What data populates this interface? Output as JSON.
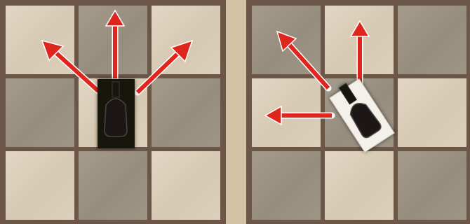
{
  "boards": [
    {
      "name": "left",
      "piece": {
        "type": "tank",
        "orientation": "up",
        "color": "#1e1a18",
        "base": "#141210"
      },
      "move_directions": [
        "up-left",
        "up",
        "up-right"
      ]
    },
    {
      "name": "right",
      "piece": {
        "type": "tank",
        "orientation": "rotated",
        "color": "#1e1a18",
        "base": "#f4f0ea"
      },
      "move_directions": [
        "left",
        "up-left",
        "up"
      ]
    }
  ],
  "colors": {
    "arrow": "#e0251e",
    "arrow_outline": "#ffffff",
    "light_tile": "#d9ccb7",
    "dark_tile": "#9c9283",
    "grid_line": "#6b5648"
  }
}
